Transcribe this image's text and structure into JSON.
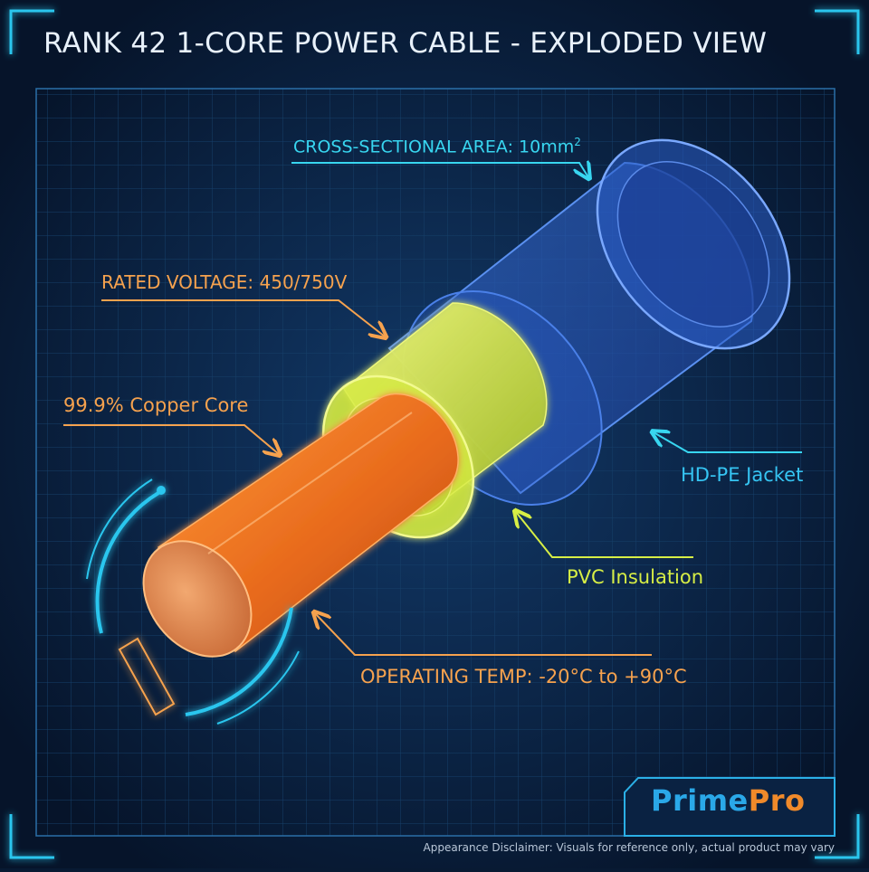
{
  "title": "RANK 42 1-CORE POWER CABLE - EXPLODED VIEW",
  "labels": {
    "cross_section_prefix": "CROSS-SECTIONAL AREA: 10mm",
    "cross_section_sup": "2",
    "rated_voltage": "RATED VOLTAGE: 450/750V",
    "copper_core": "99.9% Copper Core",
    "jacket": "HD-PE Jacket",
    "insulation": "PVC Insulation",
    "operating_temp": "OPERATING TEMP: -20°C to +90°C"
  },
  "brand": {
    "part1": "Prime",
    "part2": "Pro"
  },
  "disclaimer": "Appearance Disclaimer: Visuals for reference only, actual product may vary",
  "colors": {
    "background": "#081a33",
    "grid": "#1b4a78",
    "frame": "#29c6ee",
    "copper": "#f07a2a",
    "insulation": "#d8f04a",
    "jacket": "#2a5fd0",
    "label_orange": "#f6a24e",
    "label_cyan": "#38d6f0"
  }
}
